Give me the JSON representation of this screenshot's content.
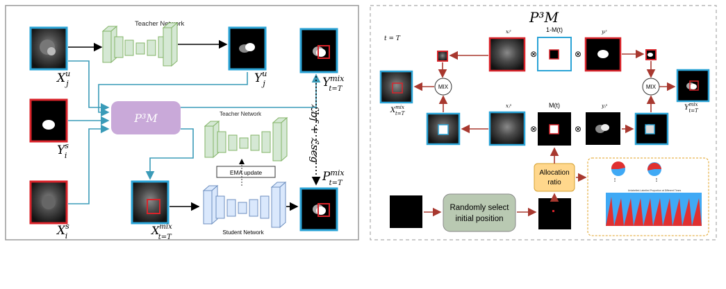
{
  "left_panel": {
    "teacher_top_label": "Teacher Network",
    "teacher_mid_label": "Teacher Network",
    "student_label": "Student Network",
    "ema_label": "EMA update",
    "p3m_label": "P³M",
    "x_j_u": "X",
    "x_j_u_sup": "u",
    "x_j_u_sub": "j",
    "y_j_u": "Y",
    "y_j_u_sup": "u",
    "y_j_u_sub": "j",
    "y_i_s": "Y",
    "y_i_s_sup": "s",
    "y_i_s_sub": "i",
    "x_i_s": "X",
    "x_i_s_sup": "s",
    "x_i_s_sub": "i",
    "x_mix": "X",
    "x_mix_sup": "mix",
    "x_mix_sub": "t=T",
    "y_mix": "Y",
    "y_mix_sup": "mix",
    "y_mix_sub": "t=T",
    "p_mix": "P",
    "p_mix_sup": "mix",
    "p_mix_sub": "t=T",
    "loss_label": "ℒbf + ℒseg"
  },
  "right_panel": {
    "title": "P³M",
    "time_label": "t = T",
    "mix_label": "MIX",
    "one_minus_m": "1-M(t)",
    "m_t": "M(t)",
    "allocation": "Allocation ratio",
    "randomly_select": "Randomly select initial position",
    "x_mix_out": "X",
    "x_mix_out_sup": "mix",
    "x_mix_out_sub": "t=T",
    "y_mix_out": "Y",
    "y_mix_out_sup": "mix",
    "y_mix_out_sub": "t=T",
    "otimes": "⊗",
    "small_xs": "xᵢˢ",
    "small_ys": "yᵢˢ",
    "small_xu": "xⱼᵘ",
    "small_yu": "yⱼᵘ",
    "inset_title": "Unlabelled-Labelled Proportion at Different Times"
  },
  "colors": {
    "blue": "#2aa3d6",
    "red": "#d9232a",
    "arrow_teal": "#3a9bb8",
    "arrow_brown": "#a8382f",
    "teacher_fill": "#d5e8d4",
    "teacher_stroke": "#82b366",
    "student_fill": "#dae8fc",
    "student_stroke": "#6c8ebf",
    "p3m_fill": "#c9a9d9",
    "alloc_fill": "#ffd78c",
    "random_fill": "#b9c9b2"
  }
}
